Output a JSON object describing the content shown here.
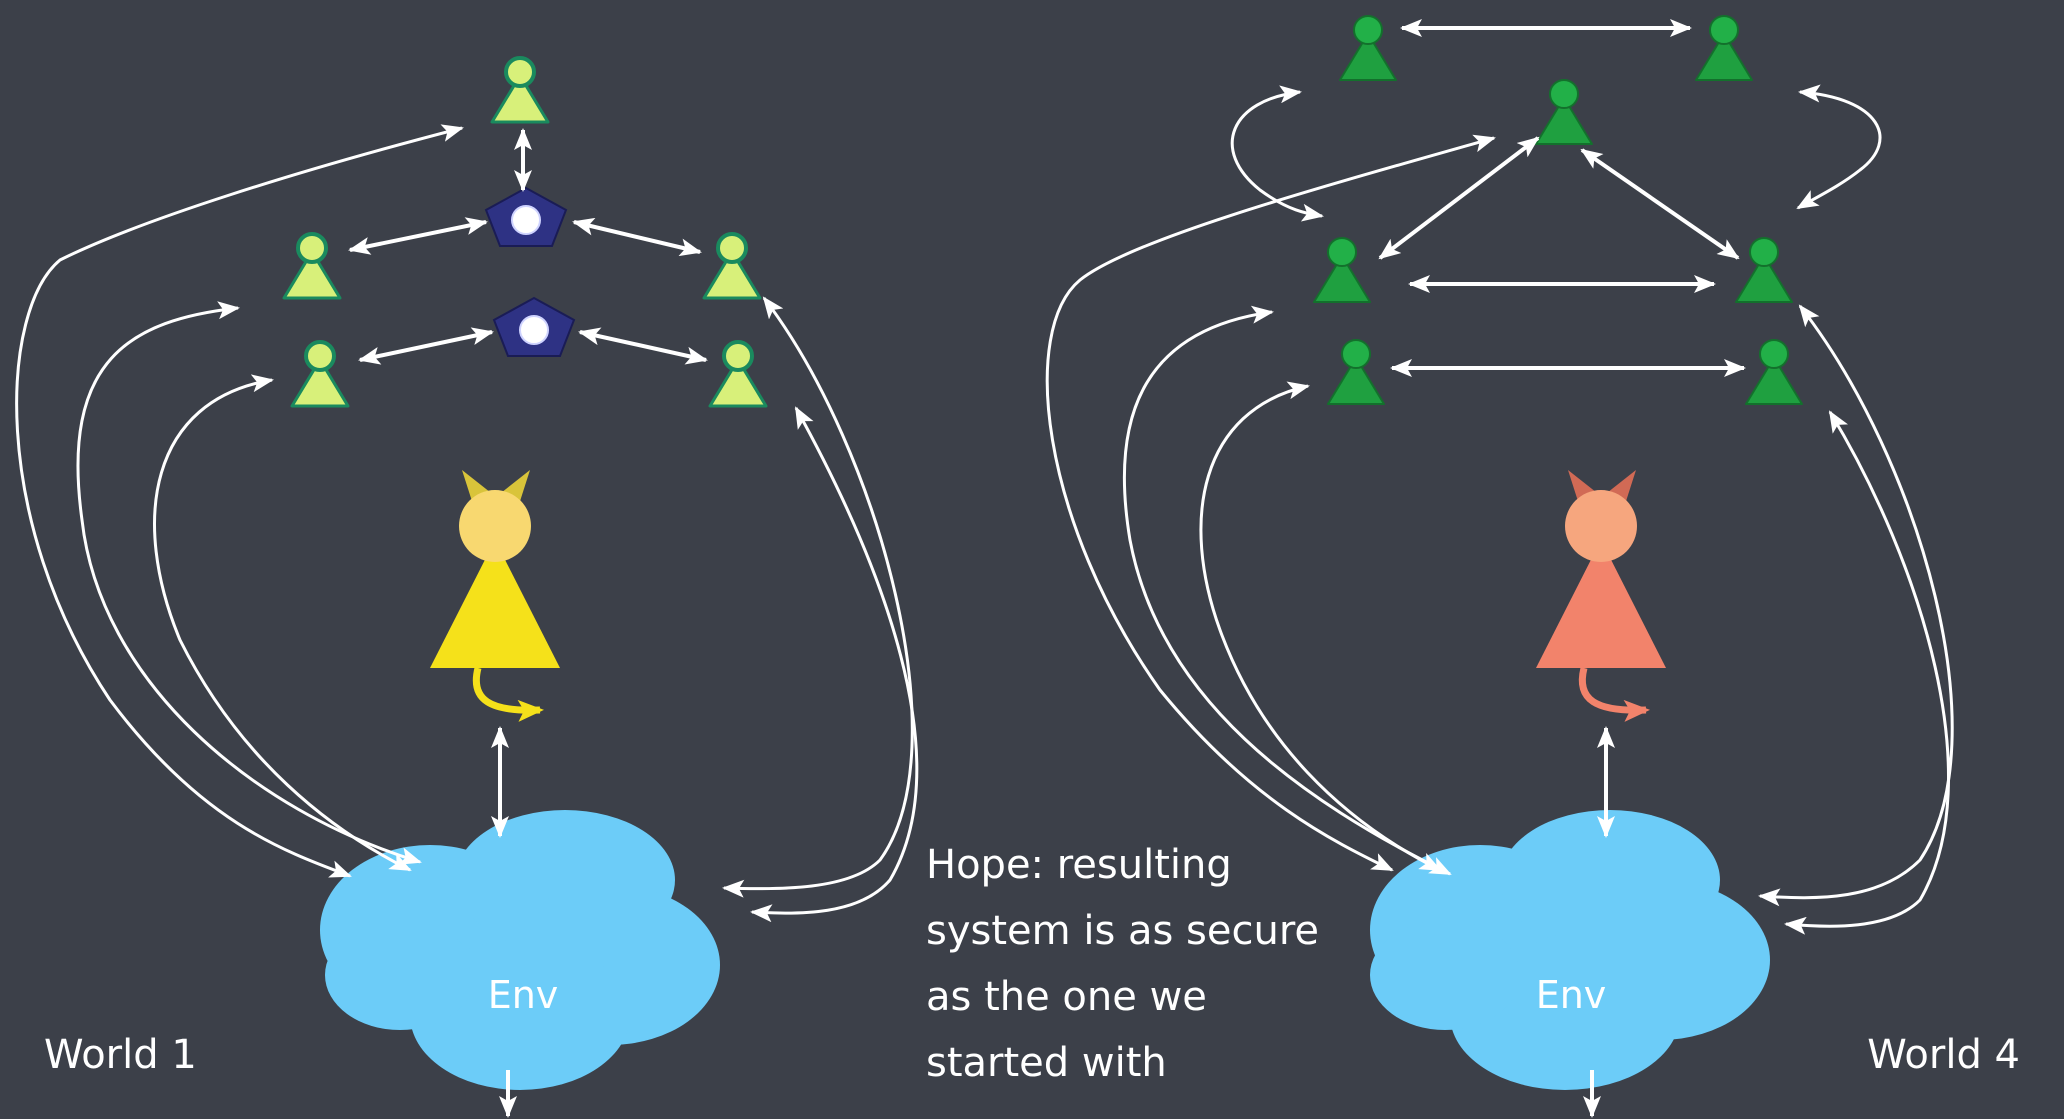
{
  "labels": {
    "world_left": "World 1",
    "world_right": "World 4",
    "env_left": "Env",
    "env_right": "Env"
  },
  "hope": {
    "line1": "Hope: resulting",
    "line2": "system is as secure",
    "line3": "as the one we",
    "line4": "started with"
  },
  "colors": {
    "background": "#3c4049",
    "cloud": "#6cccf8",
    "pawn_light": "#d8f07a",
    "pawn_dark": "#1fa040",
    "pentagon": "#2e3284",
    "adversary_yellow": "#f5e11a",
    "adversary_salmon": "#f2836b",
    "arrow": "#ffffff"
  }
}
